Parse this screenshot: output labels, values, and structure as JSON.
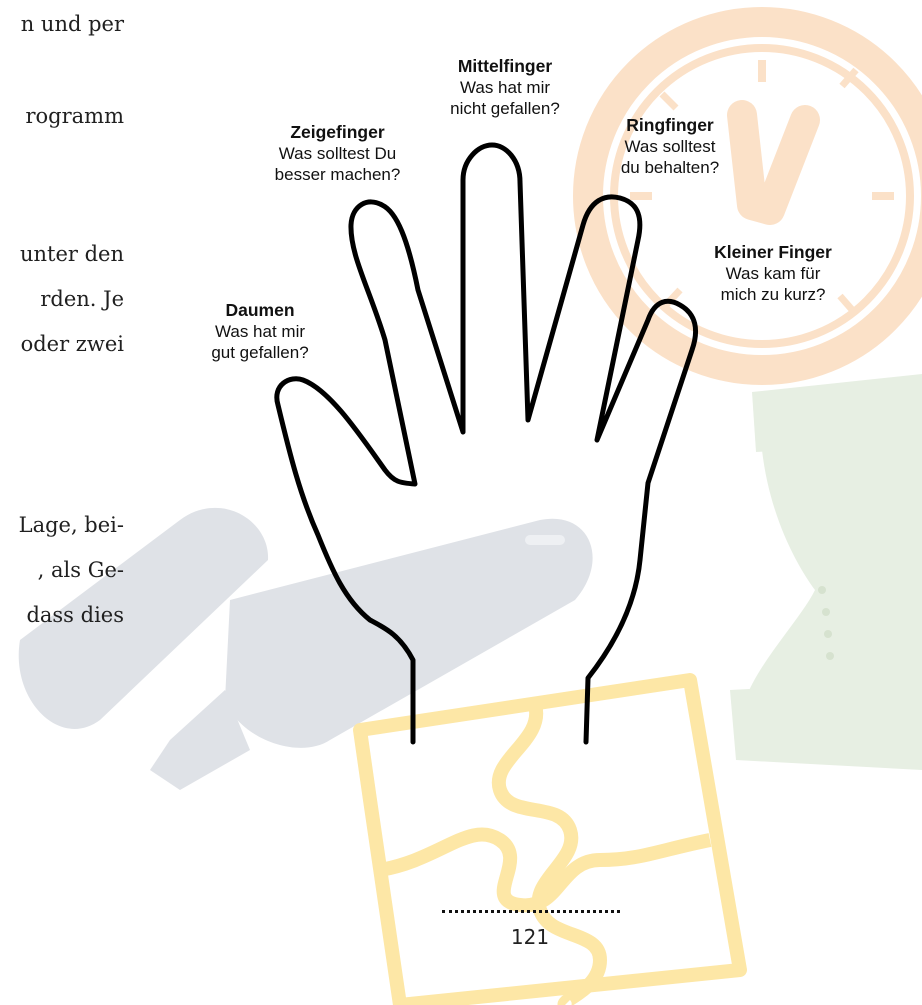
{
  "body_text": {
    "line1": "n und per",
    "line2": "rogramm",
    "line3": "unter den",
    "line4": "rden. Je",
    "line5": "oder zwei",
    "line6": "Lage, bei-",
    "line7": ", als Ge-",
    "line8": "dass dies"
  },
  "fingers": {
    "daumen": {
      "name": "Daumen",
      "q1": "Was hat mir",
      "q2": "gut gefallen?"
    },
    "zeige": {
      "name": "Zeigefinger",
      "q1": "Was solltest Du",
      "q2": "besser machen?"
    },
    "mittel": {
      "name": "Mittelfinger",
      "q1": "Was hat mir",
      "q2": "nicht gefallen?"
    },
    "ring": {
      "name": "Ringfinger",
      "q1": "Was solltest",
      "q2": "du behalten?"
    },
    "klein": {
      "name": "Kleiner Finger",
      "q1": "Was kam für",
      "q2": "mich zu kurz?"
    }
  },
  "page_number": "121",
  "colors": {
    "clock": "#fbe1c8",
    "hourglass": "#e7efe3",
    "marker": "#dfe2e7",
    "puzzle": "#fde7a6",
    "hand_outline": "#000000"
  }
}
